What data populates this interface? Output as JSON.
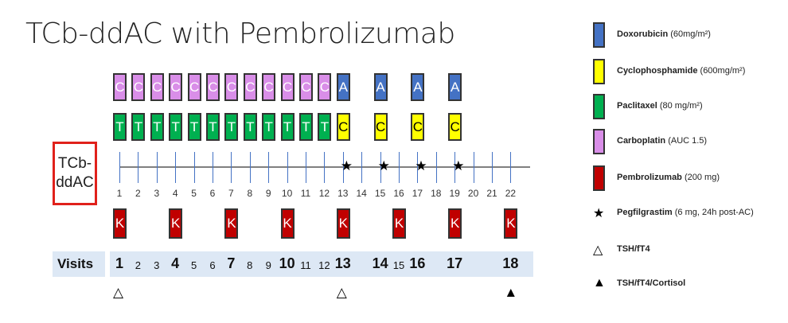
{
  "title": "TCb-ddAC with Pembrolizumab",
  "regimen_label_line1": "TCb-",
  "regimen_label_line2": "ddAC",
  "colors": {
    "doxorubicin": "#4472c4",
    "cyclophosphamide": "#ffff00",
    "paclitaxel": "#00b050",
    "carboplatin": "#d98ee8",
    "pembrolizumab": "#c00000"
  },
  "weeks": [
    "1",
    "2",
    "3",
    "4",
    "5",
    "6",
    "7",
    "8",
    "9",
    "10",
    "11",
    "12",
    "13",
    "14",
    "15",
    "16",
    "17",
    "18",
    "19",
    "20",
    "21",
    "22"
  ],
  "row_top": [
    {
      "letter": "C",
      "drug": "carboplatin",
      "weeks": [
        1,
        2,
        3,
        4,
        5,
        6,
        7,
        8,
        9,
        10,
        11,
        12
      ]
    },
    {
      "letter": "A",
      "drug": "doxorubicin",
      "weeks": [
        13,
        15,
        17,
        19
      ]
    }
  ],
  "row_mid": [
    {
      "letter": "T",
      "drug": "paclitaxel",
      "weeks": [
        1,
        2,
        3,
        4,
        5,
        6,
        7,
        8,
        9,
        10,
        11,
        12
      ]
    },
    {
      "letter": "C",
      "drug": "cyclophosphamide",
      "weeks": [
        13,
        15,
        17,
        19
      ]
    }
  ],
  "pembro": {
    "letter": "K",
    "weeks": [
      1,
      4,
      7,
      10,
      13,
      16,
      19,
      22
    ]
  },
  "pegfilgrastim_weeks": [
    13,
    15,
    17,
    19
  ],
  "visits_label": "Visits",
  "visits": [
    {
      "n": "1",
      "week": 1,
      "major": true
    },
    {
      "n": "2",
      "week": 2,
      "major": false
    },
    {
      "n": "3",
      "week": 3,
      "major": false
    },
    {
      "n": "4",
      "week": 4,
      "major": true
    },
    {
      "n": "5",
      "week": 5,
      "major": false
    },
    {
      "n": "6",
      "week": 6,
      "major": false
    },
    {
      "n": "7",
      "week": 7,
      "major": true
    },
    {
      "n": "8",
      "week": 8,
      "major": false
    },
    {
      "n": "9",
      "week": 9,
      "major": false
    },
    {
      "n": "10",
      "week": 10,
      "major": true
    },
    {
      "n": "11",
      "week": 11,
      "major": false
    },
    {
      "n": "12",
      "week": 12,
      "major": false
    },
    {
      "n": "13",
      "week": 13,
      "major": true
    },
    {
      "n": "14",
      "week": 15,
      "major": true
    },
    {
      "n": "15",
      "week": 16,
      "major": false
    },
    {
      "n": "16",
      "week": 17,
      "major": true
    },
    {
      "n": "17",
      "week": 19,
      "major": true
    },
    {
      "n": "18",
      "week": 22,
      "major": true
    }
  ],
  "labs": [
    {
      "week": 1,
      "type": "open"
    },
    {
      "week": 13,
      "type": "open"
    },
    {
      "week": 22,
      "type": "filled"
    }
  ],
  "legend": [
    {
      "name": "Doxorubicin",
      "detail": "(60mg/m²)",
      "drug": "doxorubicin"
    },
    {
      "name": "Cyclophosphamide",
      "detail": "(600mg/m²)",
      "drug": "cyclophosphamide"
    },
    {
      "name": "Paclitaxel",
      "detail": "(80 mg/m²)",
      "drug": "paclitaxel"
    },
    {
      "name": "Carboplatin",
      "detail": "(AUC 1.5)",
      "drug": "carboplatin"
    },
    {
      "name": "Pembrolizumab",
      "detail": "(200 mg)",
      "drug": "pembrolizumab"
    },
    {
      "name": "Pegfilgrastim",
      "detail": "(6 mg, 24h post-AC)",
      "symbol": "★"
    },
    {
      "name": "TSH/fT4",
      "detail": "",
      "symbol": "△"
    },
    {
      "name": "TSH/fT4/Cortisol",
      "detail": "",
      "symbol": "▲"
    }
  ]
}
